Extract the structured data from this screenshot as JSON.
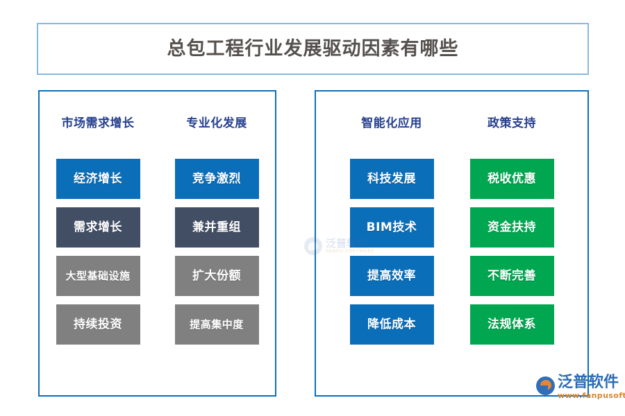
{
  "header": {
    "title": "总包工程行业发展驱动因素有哪些"
  },
  "panels": [
    {
      "id": "panel-left",
      "columns": [
        {
          "header": "市场需求增长",
          "chips": [
            {
              "label": "经济增长",
              "color": "#0b6eb8",
              "style": "blue"
            },
            {
              "label": "需求增长",
              "color": "#424e63",
              "style": "slate"
            },
            {
              "label": "大型基础设施",
              "color": "#808080",
              "style": "gray"
            },
            {
              "label": "持续投资",
              "color": "#808080",
              "style": "gray"
            }
          ]
        },
        {
          "header": "专业化发展",
          "chips": [
            {
              "label": "竞争激烈",
              "color": "#0b6eb8",
              "style": "blue"
            },
            {
              "label": "兼并重组",
              "color": "#424e63",
              "style": "slate"
            },
            {
              "label": "扩大份额",
              "color": "#808080",
              "style": "gray"
            },
            {
              "label": "提高集中度",
              "color": "#808080",
              "style": "gray"
            }
          ]
        }
      ]
    },
    {
      "id": "panel-right",
      "columns": [
        {
          "header": "智能化应用",
          "chips": [
            {
              "label": "科技发展",
              "color": "#0b6eb8",
              "style": "blue"
            },
            {
              "label": "BIM技术",
              "color": "#0b6eb8",
              "style": "blue"
            },
            {
              "label": "提高效率",
              "color": "#0b6eb8",
              "style": "blue"
            },
            {
              "label": "降低成本",
              "color": "#0b6eb8",
              "style": "blue"
            }
          ]
        },
        {
          "header": "政策支持",
          "chips": [
            {
              "label": "税收优惠",
              "color": "#00a650",
              "style": "green"
            },
            {
              "label": "资金扶持",
              "color": "#00a650",
              "style": "green"
            },
            {
              "label": "不断完善",
              "color": "#00a650",
              "style": "green"
            },
            {
              "label": "法规体系",
              "color": "#00a650",
              "style": "green"
            }
          ]
        }
      ]
    }
  ],
  "watermark_center": {
    "name_cn": "泛普软件",
    "name_en": "FANPU SOFTWARE"
  },
  "logo": {
    "name_cn": "泛普软件",
    "url": "www.fanpusoft.com"
  },
  "colors": {
    "title_border": "#84bae0",
    "title_text": "#54504e",
    "panel_border": "#0b6eb8",
    "column_header": "#26408f",
    "chip_blue": "#0b6eb8",
    "chip_slate": "#424e63",
    "chip_gray": "#808080",
    "chip_green": "#00a650",
    "logo_blue": "#2a6cb5",
    "logo_orange": "#d4862f",
    "background": "#ffffff"
  }
}
